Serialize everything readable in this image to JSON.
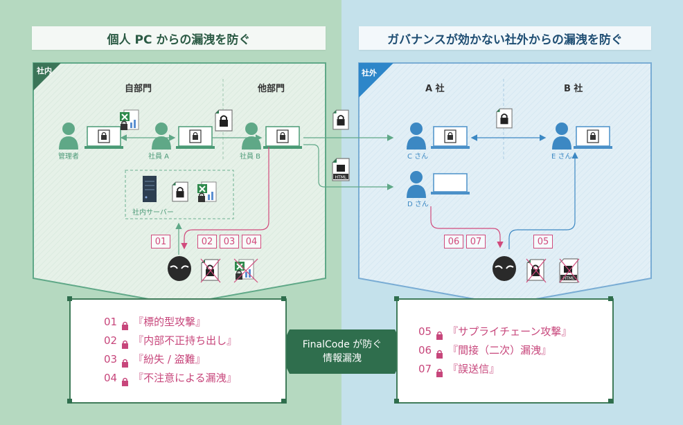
{
  "left": {
    "heading": "個人 PC からの漏洩を防ぐ",
    "tag": "社内",
    "dept_own": "自部門",
    "dept_other": "他部門",
    "person_admin": "管理者",
    "person_a": "社員 A",
    "person_b": "社員 B",
    "server": "社内サーバー",
    "nums_left": [
      "01"
    ],
    "nums_right": [
      "02",
      "03",
      "04"
    ],
    "risks": [
      {
        "num": "01",
        "text": "『標的型攻撃』"
      },
      {
        "num": "02",
        "text": "『内部不正持ち出し』"
      },
      {
        "num": "03",
        "text": "『紛失 / 盗難』"
      },
      {
        "num": "04",
        "text": "『不注意による漏洩』"
      }
    ]
  },
  "right": {
    "heading": "ガバナンスが効かない社外からの漏洩を防ぐ",
    "tag": "社外",
    "company_a": "A 社",
    "company_b": "B 社",
    "person_c": "C さん",
    "person_d": "D さん",
    "person_e": "E さん",
    "nums_left": [
      "06",
      "07"
    ],
    "nums_right": [
      "05"
    ],
    "risks": [
      {
        "num": "05",
        "text": "『サプライチェーン攻撃』"
      },
      {
        "num": "06",
        "text": "『間接（二次）漏洩』"
      },
      {
        "num": "07",
        "text": "『誤送信』"
      }
    ]
  },
  "center": {
    "line1": "FinalCode が防ぐ",
    "line2": "情報漏洩"
  },
  "icons": {
    "html_label": "HTML"
  },
  "colors": {
    "green": "#3f7b59",
    "blue": "#3c88c3",
    "pink": "#c7467b"
  }
}
